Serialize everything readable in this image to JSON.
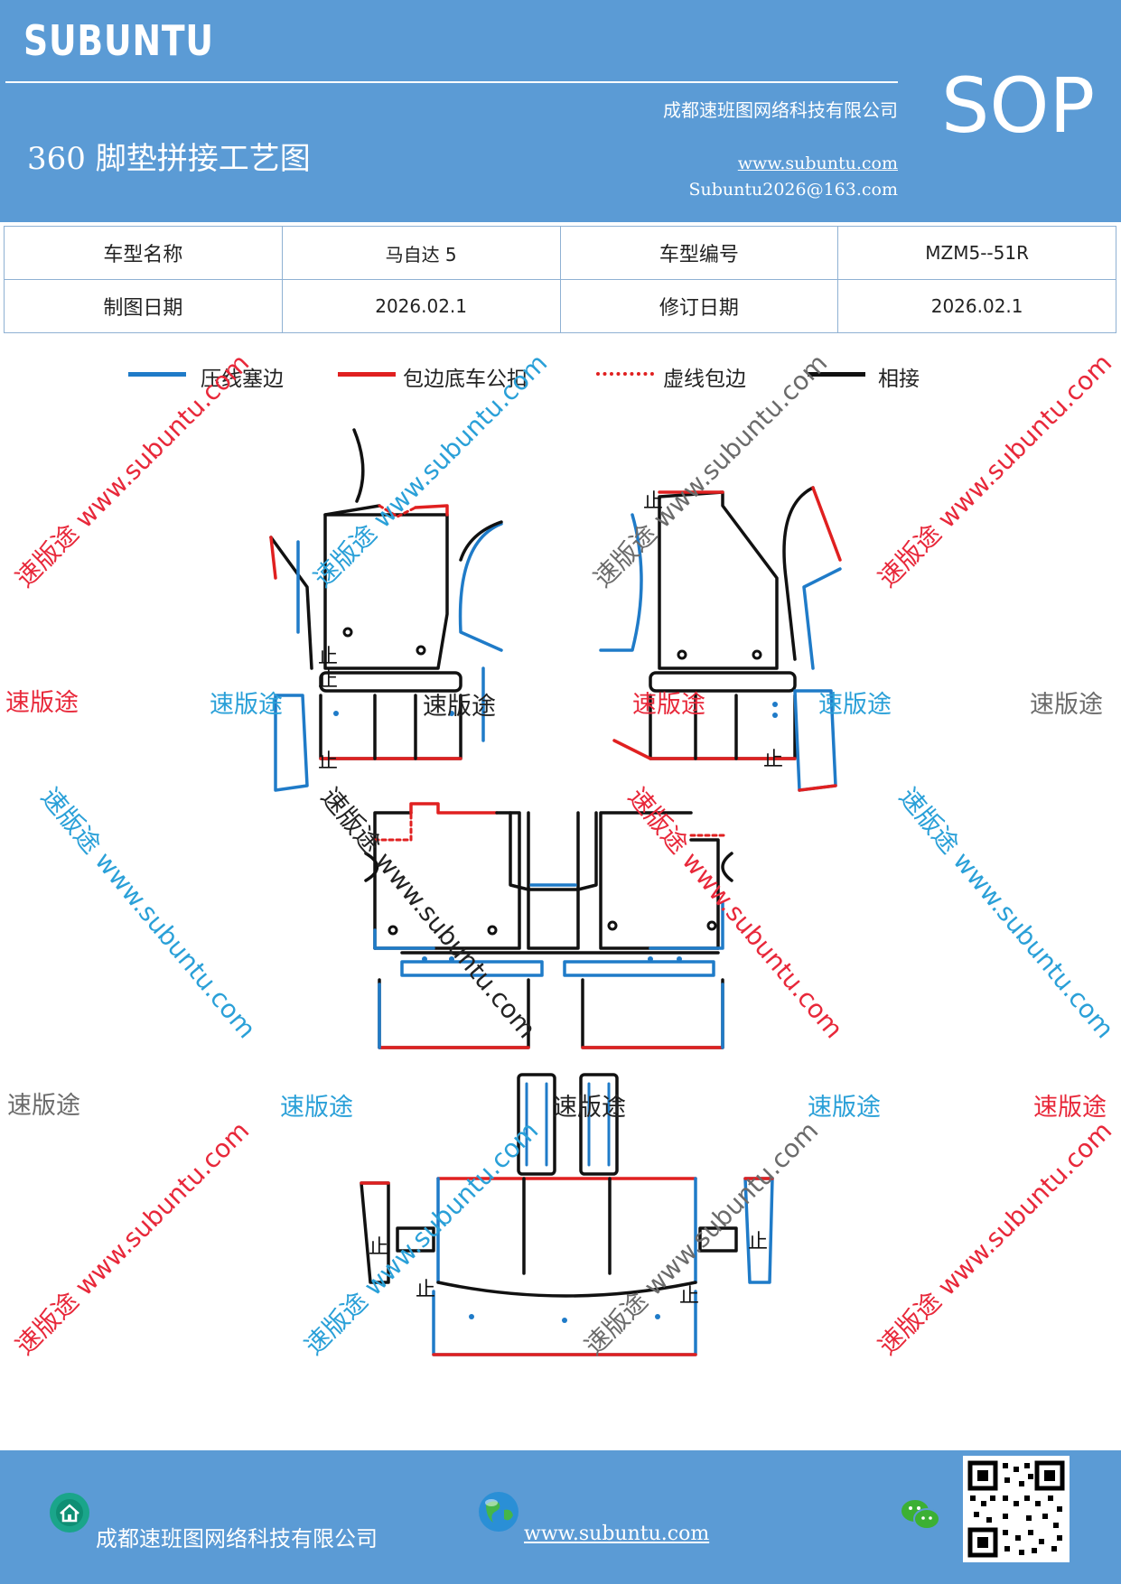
{
  "header": {
    "brand": "SUBUNTU",
    "company": "成都速班图网络科技有限公司",
    "title": "360 脚垫拼接工艺图",
    "website": "www.subuntu.com",
    "email": "Subuntu2026@163.com",
    "badge": "SOP"
  },
  "info_table": {
    "row1": [
      "车型名称",
      "马自达 5",
      "车型编号",
      "MZM5--51R"
    ],
    "row2": [
      "制图日期",
      "2026.02.1",
      "修订日期",
      "2026.02.1"
    ]
  },
  "legend": [
    {
      "label": "压线塞边",
      "color": "#1f7bc8",
      "style": "solid"
    },
    {
      "label": "包边底车公扣",
      "color": "#e02020",
      "style": "solid"
    },
    {
      "label": "虚线包边",
      "color": "#e02020",
      "style": "dotted"
    },
    {
      "label": "相接",
      "color": "#111111",
      "style": "solid"
    }
  ],
  "diagram": {
    "stop_mark": "止"
  },
  "watermarks": {
    "brand_cn": "速版途",
    "url": "速版途 www.subuntu.com",
    "colors": {
      "red": "#e8283a",
      "blue": "#2aa0d8",
      "gray": "#6b6b6b",
      "black": "#222222"
    }
  },
  "footer": {
    "company": "成都速班图网络科技有限公司",
    "website": "www.subuntu.com"
  },
  "colors": {
    "header_bg": "#5b9bd5",
    "blue_edge": "#1f7bc8",
    "red_edge": "#e02020"
  }
}
